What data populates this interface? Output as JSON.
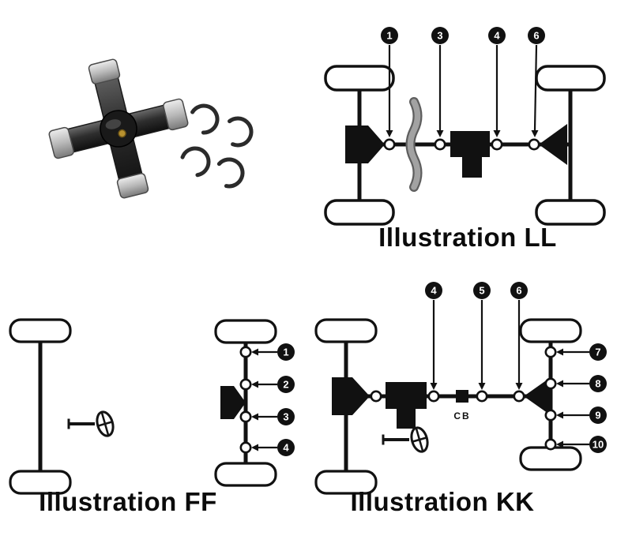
{
  "colors": {
    "ink": "#111111",
    "background": "#ffffff",
    "callout_fill": "#111111",
    "callout_text": "#ffffff",
    "flex_coupling_gray": "#a2a2a2"
  },
  "illustration_ll": {
    "caption": "Illustration LL",
    "callouts": [
      "1",
      "3",
      "4",
      "6"
    ]
  },
  "illustration_ff": {
    "caption": "Illustration FF",
    "callouts": [
      "1",
      "2",
      "3",
      "4"
    ]
  },
  "illustration_kk": {
    "caption": "Illustration KK",
    "shaft_callouts": [
      "4",
      "5",
      "6"
    ],
    "axle_callouts": [
      "7",
      "8",
      "9",
      "10"
    ],
    "center_bearing_label": "CB"
  }
}
